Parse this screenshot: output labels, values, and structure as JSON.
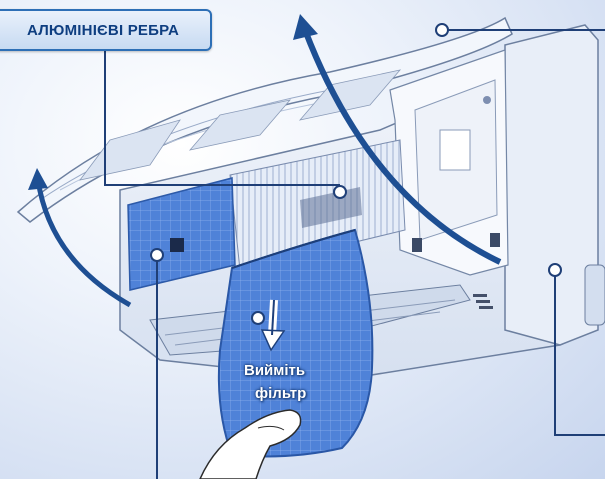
{
  "labels": {
    "aluminum_fins": "АЛЮМІНІЄВІ РЕБРА",
    "remove_filter_line1": "Вийміть",
    "remove_filter_line2": "фільтр"
  },
  "colors": {
    "arrow": "#1e4f93",
    "leader": "#1f3f77",
    "label_border": "#2d6fb6",
    "label_text": "#0e3e80",
    "filter_mesh": "#3a6fc8"
  },
  "icons": [
    "open-panel-arrow-icon",
    "remove-filter-arrow-icon",
    "callout-dot-icon"
  ]
}
